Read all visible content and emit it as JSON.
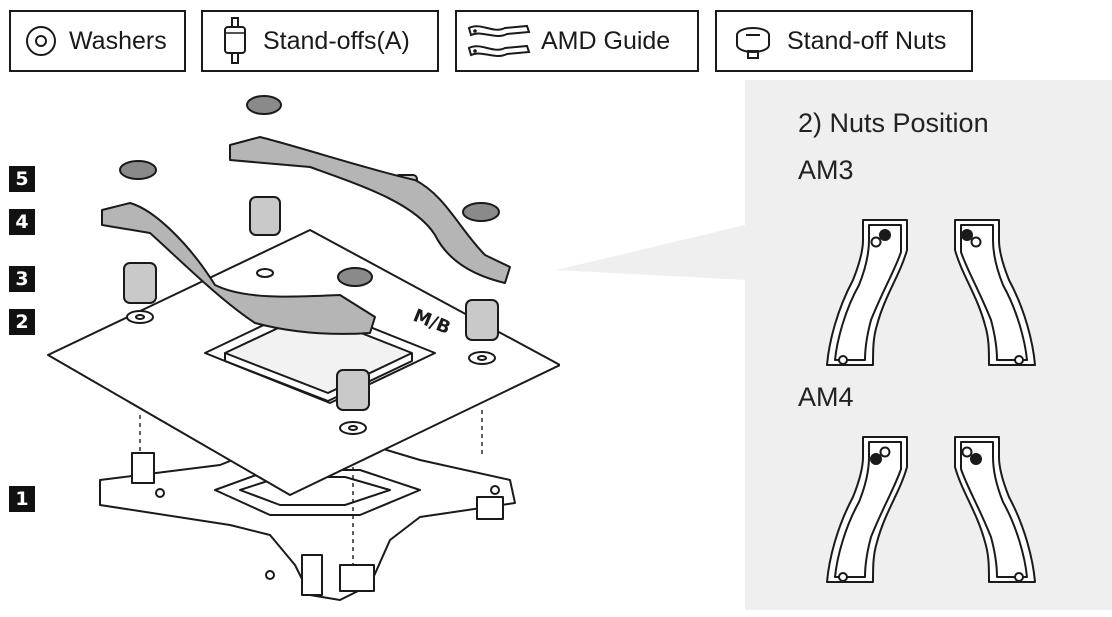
{
  "parts": [
    {
      "label": "Washers",
      "icon": "washer-icon"
    },
    {
      "label": "Stand-offs(A)",
      "icon": "standoff-icon"
    },
    {
      "label": "AMD Guide",
      "icon": "amd-guide-icon"
    },
    {
      "label": "Stand-off Nuts",
      "icon": "standoff-nut-icon"
    }
  ],
  "steps": [
    "5",
    "4",
    "3",
    "2",
    "1"
  ],
  "diagram": {
    "board_label": "M/B"
  },
  "panel": {
    "title": "2) Nuts Position",
    "sections": [
      {
        "label": "AM3"
      },
      {
        "label": "AM4"
      }
    ]
  },
  "colors": {
    "panel_bg": "#efefef",
    "part_gray": "#b5b5b5",
    "line": "#1a1a1a"
  }
}
